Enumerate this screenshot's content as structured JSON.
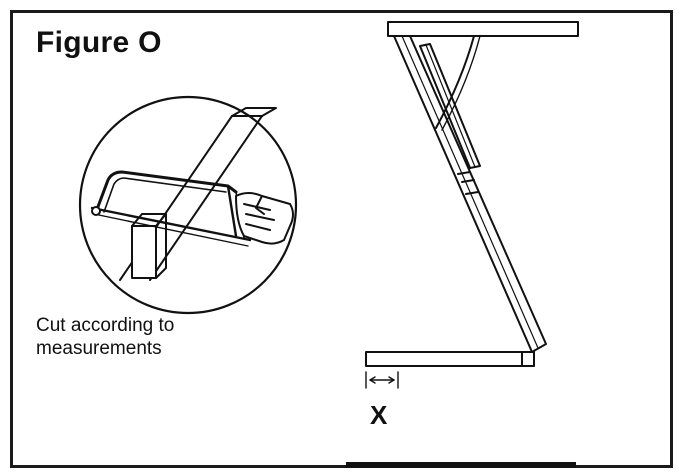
{
  "figure": {
    "title": "Figure O",
    "caption": "Cut according to measurements",
    "dimension_label": "X"
  },
  "colors": {
    "ink": "#111111",
    "background": "#ffffff"
  },
  "icons": [
    "hacksaw-icon",
    "hand-icon"
  ]
}
